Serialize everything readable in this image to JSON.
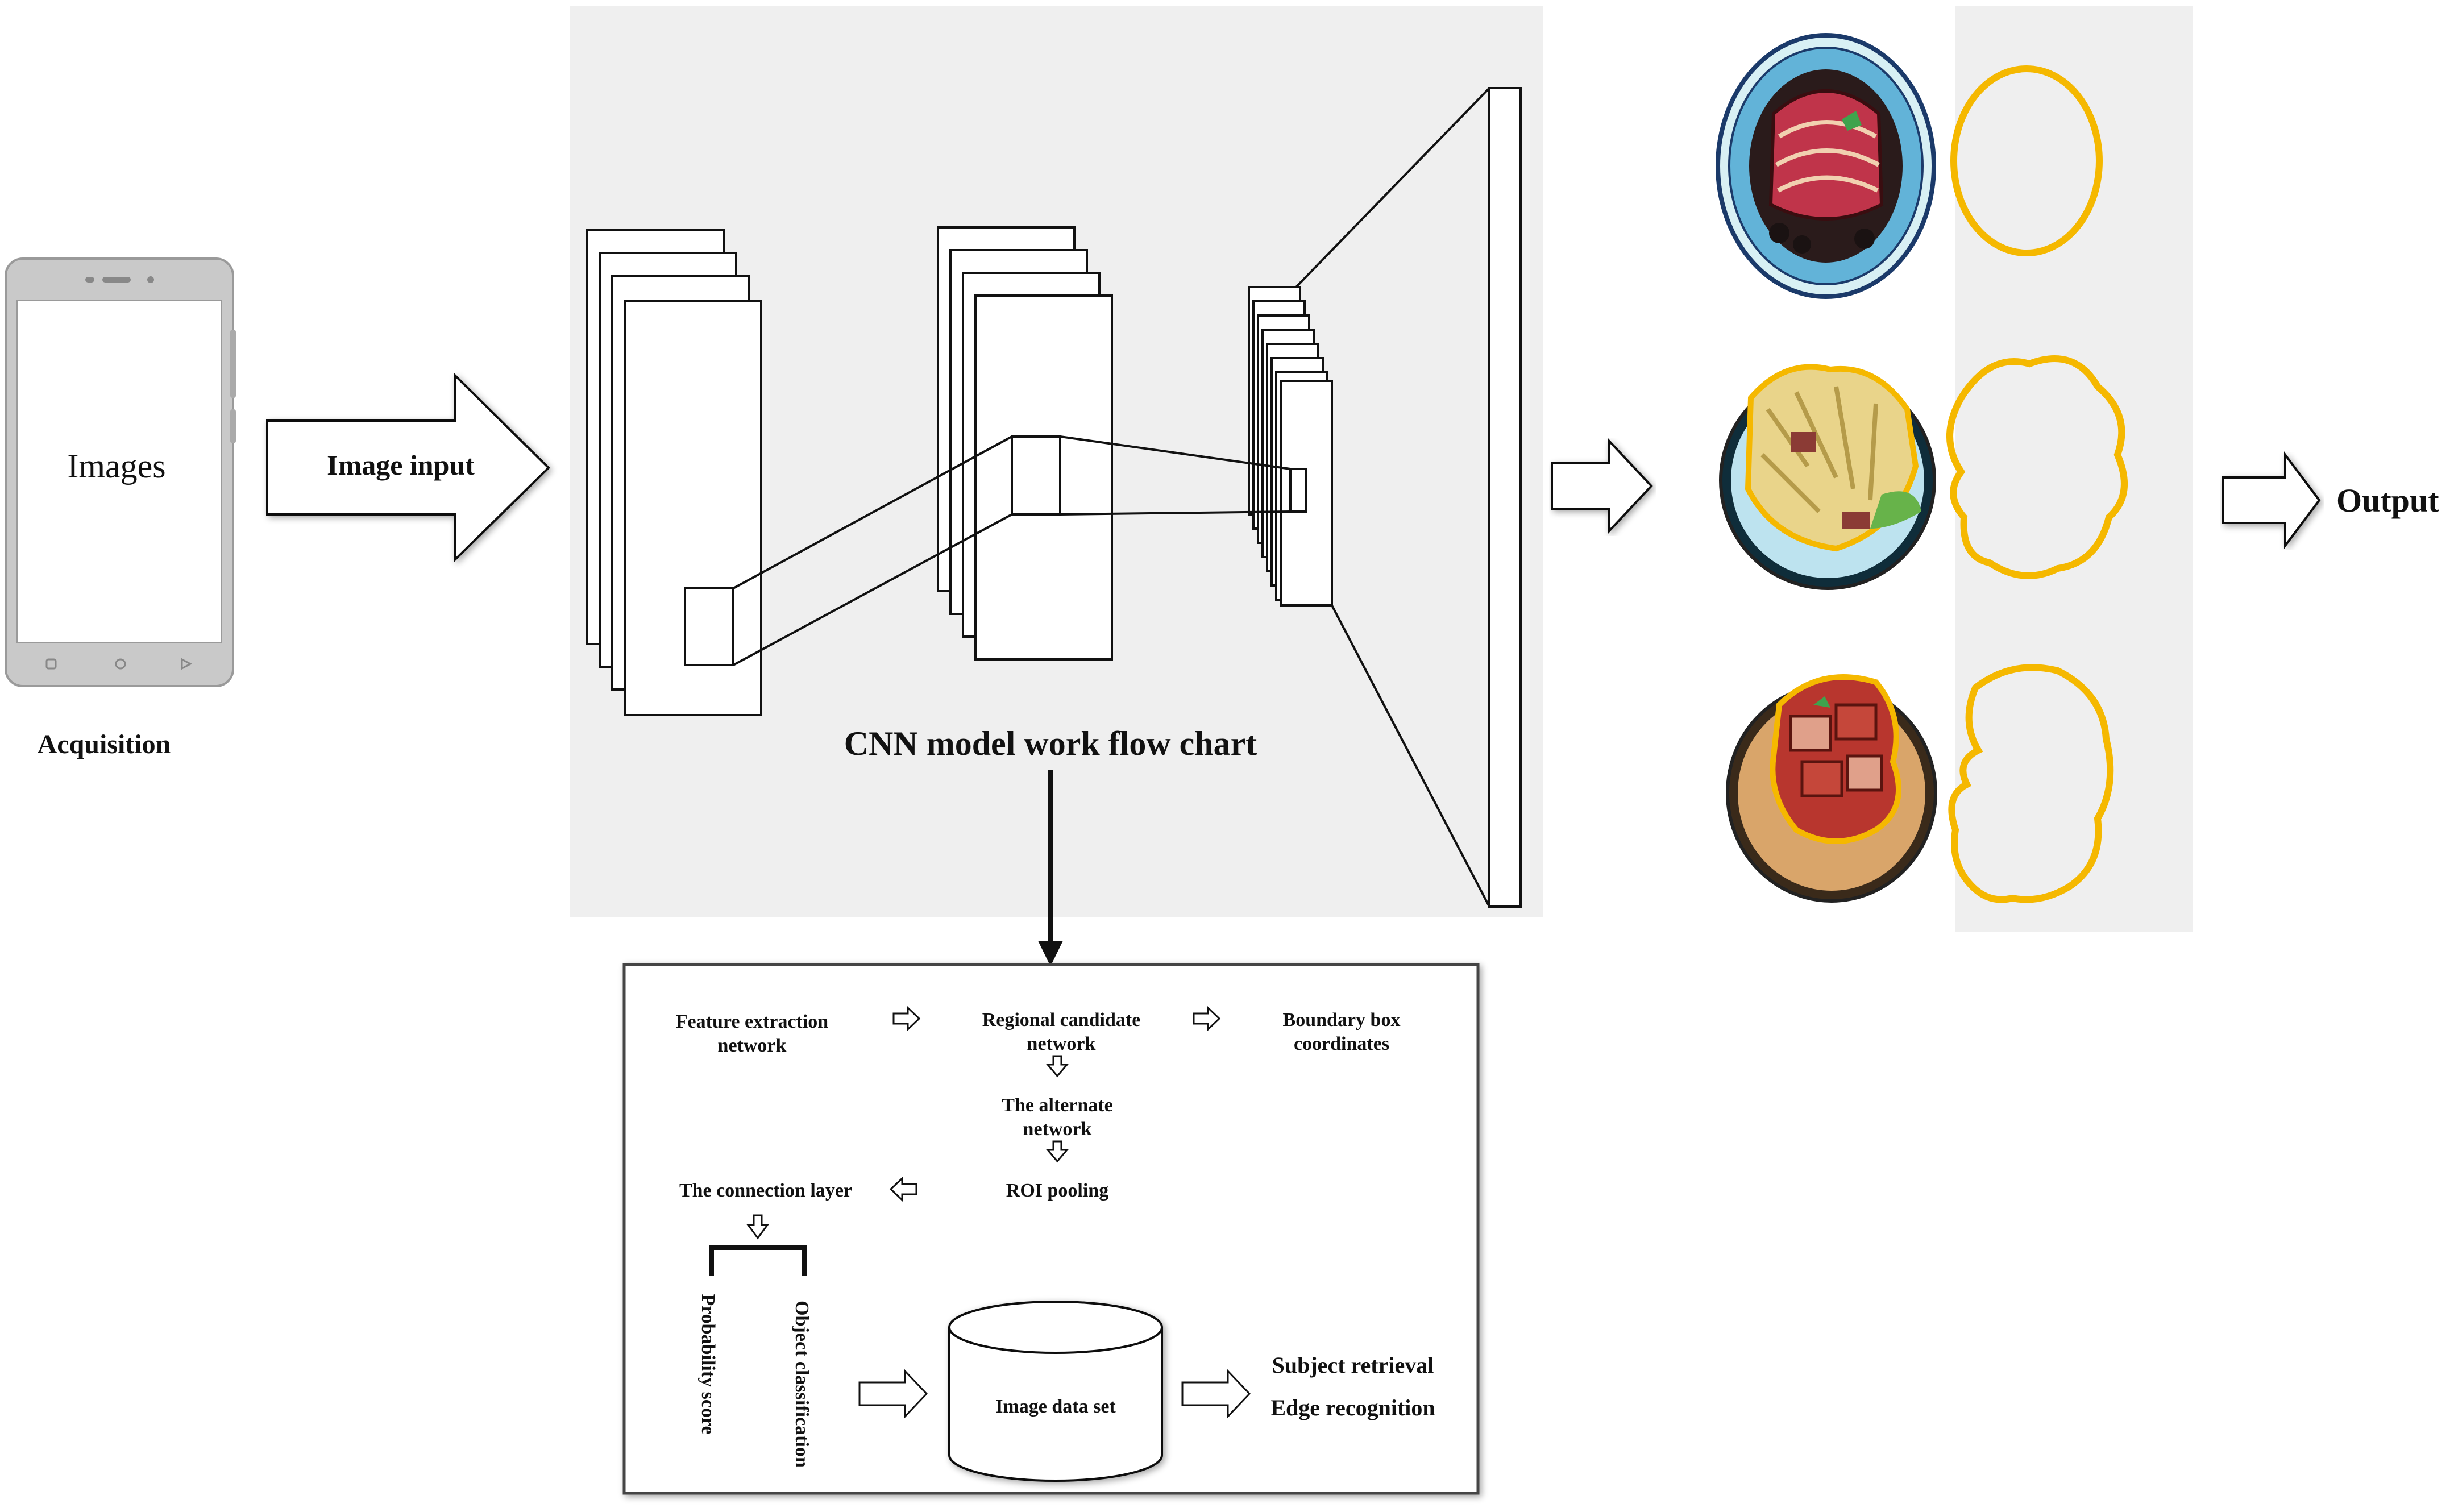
{
  "acquisition": {
    "screen_text": "Images",
    "label": "Acquisition"
  },
  "arrows": {
    "image_input": "Image input",
    "output": "Output"
  },
  "cnn": {
    "caption": "CNN model work flow chart"
  },
  "flow": {
    "feature_extraction": [
      "Feature extraction",
      "network"
    ],
    "regional_candidate": [
      "Regional candidate",
      "network"
    ],
    "boundary_box": [
      "Boundary box",
      "coordinates"
    ],
    "alternate_network": [
      "The alternate",
      "network"
    ],
    "roi_pooling": "ROI pooling",
    "connection_layer": "The connection layer",
    "probability_score": "Probability score",
    "object_classification": "Object classification",
    "image_data_set": "Image data set",
    "subject_retrieval": "Subject retrieval",
    "edge_recognition": "Edge recognition"
  },
  "colors": {
    "panel": "#efefef",
    "phone_body": "#c8c8c8",
    "outline_yellow": "#f5b800",
    "line": "#111111"
  },
  "icons": {
    "dish_1": "braised-pork-plate-icon",
    "dish_2": "noodle-dish-icon",
    "dish_3": "pork-belly-dish-icon"
  }
}
